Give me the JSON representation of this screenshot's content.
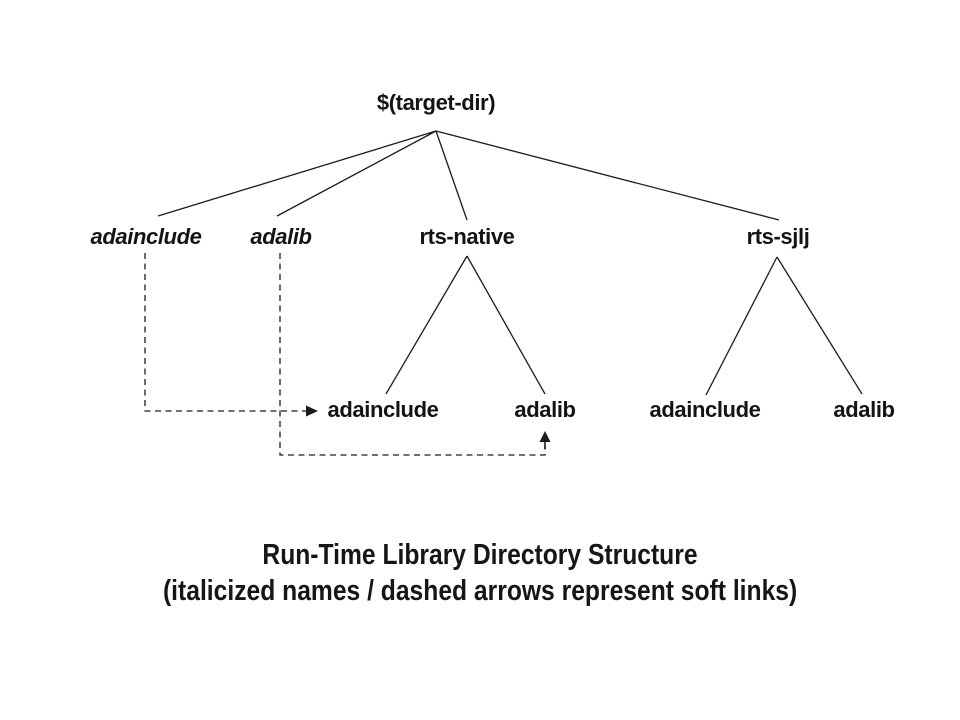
{
  "diagram": {
    "root": {
      "label": "$(target-dir)"
    },
    "level2": [
      {
        "label": "adainclude",
        "style": "italic-soft-link"
      },
      {
        "label": "adalib",
        "style": "italic-soft-link"
      },
      {
        "label": "rts-native",
        "style": "normal"
      },
      {
        "label": "rts-sjlj",
        "style": "normal"
      }
    ],
    "level3": [
      {
        "label": "adainclude",
        "parent": "rts-native"
      },
      {
        "label": "adalib",
        "parent": "rts-native"
      },
      {
        "label": "adainclude",
        "parent": "rts-sjlj"
      },
      {
        "label": "adalib",
        "parent": "rts-sjlj"
      }
    ],
    "caption": {
      "line1": "Run-Time Library Directory Structure",
      "line2": "(italicized names / dashed arrows represent soft links)"
    },
    "colors": {
      "ink": "#1a1a1a",
      "background": "#ffffff"
    }
  }
}
